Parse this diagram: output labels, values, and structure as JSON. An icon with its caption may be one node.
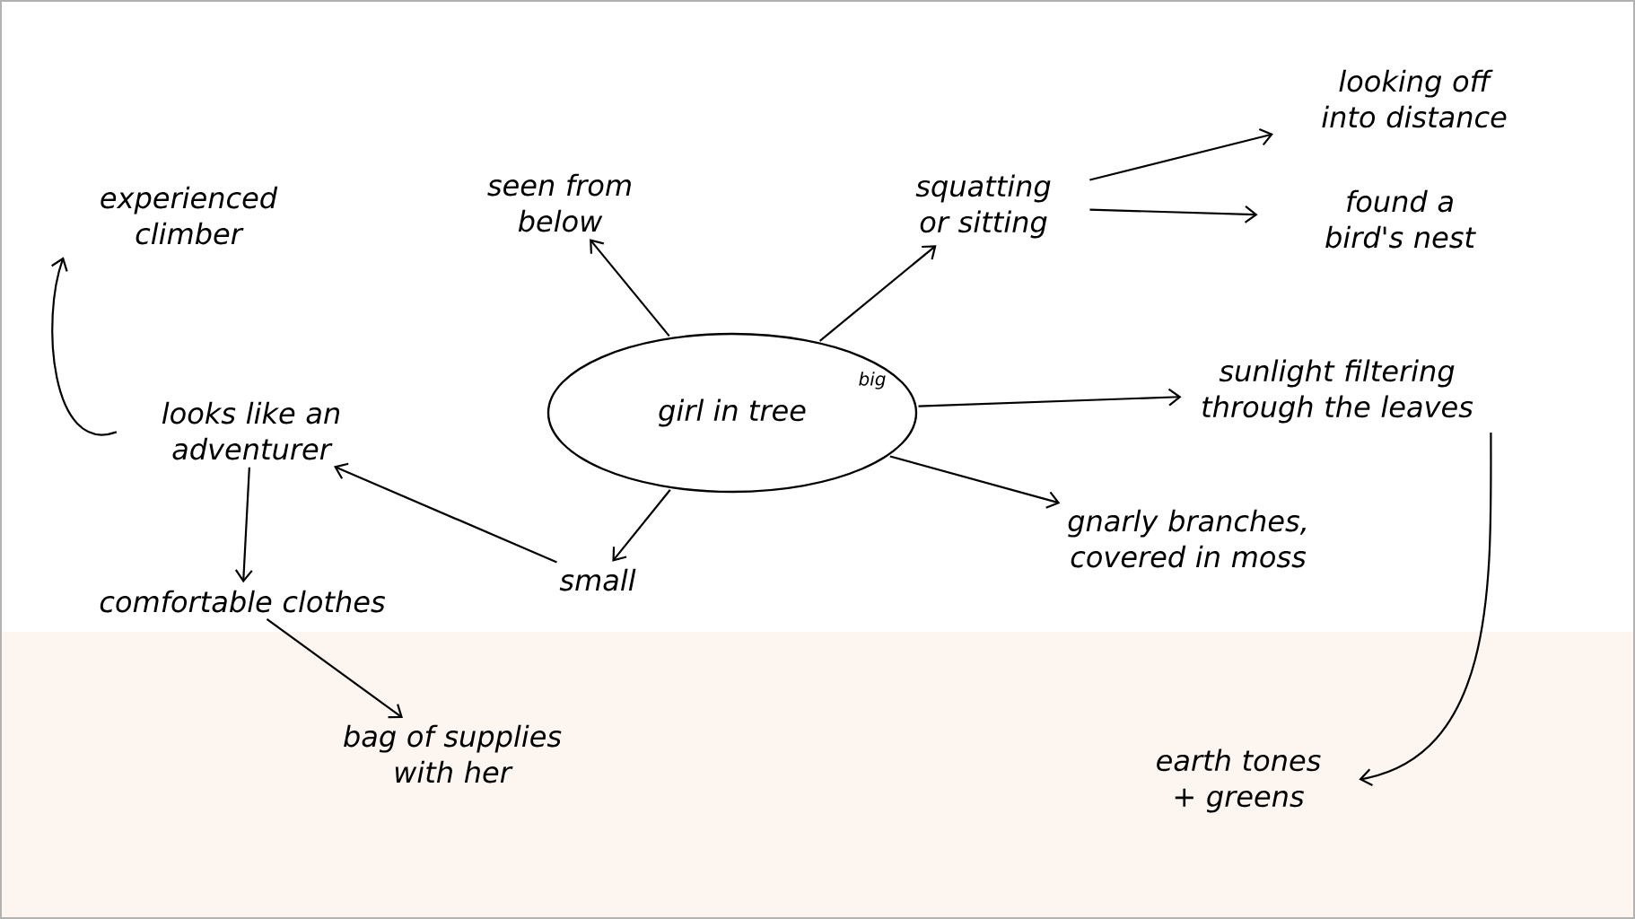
{
  "diagram": {
    "nodes": [
      {
        "text": [
          "girl in tree",
          "big"
        ]
      },
      {
        "text": [
          "seen from below"
        ]
      },
      {
        "text": [
          "squatting or sitting"
        ]
      },
      {
        "text": [
          "looking off into distance"
        ]
      },
      {
        "text": [
          "found a bird's nest"
        ]
      },
      {
        "text": [
          "sunlight filtering through the leaves"
        ]
      },
      {
        "text": [
          "gnarly branches, covered in moss"
        ]
      },
      {
        "text": [
          "small"
        ]
      },
      {
        "text": [
          "looks like an adventurer"
        ]
      },
      {
        "text": [
          "experienced climber"
        ]
      },
      {
        "text": [
          "comfortable clothes"
        ]
      },
      {
        "text": [
          "bag of supplies with her"
        ]
      },
      {
        "text": [
          "earth tones + greens"
        ]
      }
    ],
    "edges": [
      {
        "from": 0,
        "to": 1,
        "arrow": "to"
      },
      {
        "from": 0,
        "to": 2,
        "arrow": "to"
      },
      {
        "from": 2,
        "to": 3,
        "arrow": "to"
      },
      {
        "from": 2,
        "to": 4,
        "arrow": "to"
      },
      {
        "from": 0,
        "to": 5,
        "arrow": "to"
      },
      {
        "from": 0,
        "to": 6,
        "arrow": "to"
      },
      {
        "from": 0,
        "to": 7,
        "arrow": "to"
      },
      {
        "from": 7,
        "to": 8,
        "arrow": "to"
      },
      {
        "from": 8,
        "to": 9,
        "arrow": "to"
      },
      {
        "from": 8,
        "to": 10,
        "arrow": "to"
      },
      {
        "from": 10,
        "to": 11,
        "arrow": "to"
      },
      {
        "from": 5,
        "to": 12,
        "arrow": "to"
      }
    ]
  }
}
